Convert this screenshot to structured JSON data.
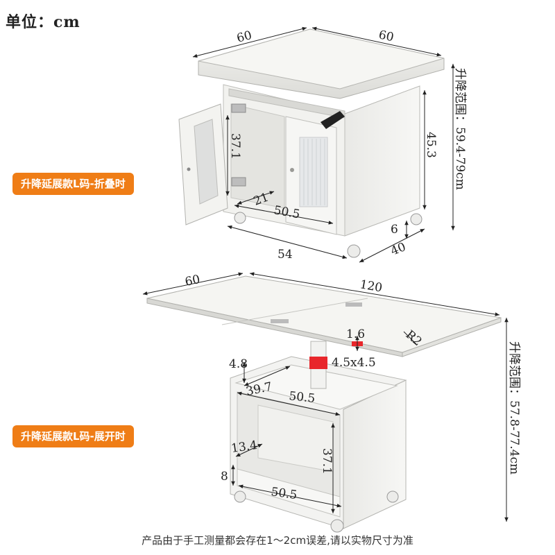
{
  "unit_label": "单位：cm",
  "badges": {
    "folded": "升降延展款L码-折叠时",
    "unfolded": "升降延展款L码-展开时"
  },
  "badge_color": "#ef7d16",
  "accent_red": "#e8262b",
  "footnote": "产品由于手工测量都会存在1～2cm误差,请以实物尺寸为准",
  "folded_dims": {
    "top_depth": "60",
    "top_width": "60",
    "lift_range": "升降范围：59.4-79cm",
    "body_height": "45.3",
    "shelf_height": "37.1",
    "shelf_depth": "21",
    "inner_width": "50.5",
    "base_width": "54",
    "base_depth": "40",
    "wheel_height": "6"
  },
  "unfolded_dims": {
    "top_depth": "60",
    "top_length": "120",
    "board_thickness": "1.6",
    "corner_radius": "R2",
    "column_size": "4.5x4.5",
    "lift_range": "升降范围：57.8-77.4cm",
    "rim_height": "4.8",
    "tray_depth": "39.7",
    "tray_width": "50.5",
    "side_depth": "13.4",
    "side_height": "37.1",
    "bottom_rim": "8",
    "bottom_width": "50.5"
  }
}
